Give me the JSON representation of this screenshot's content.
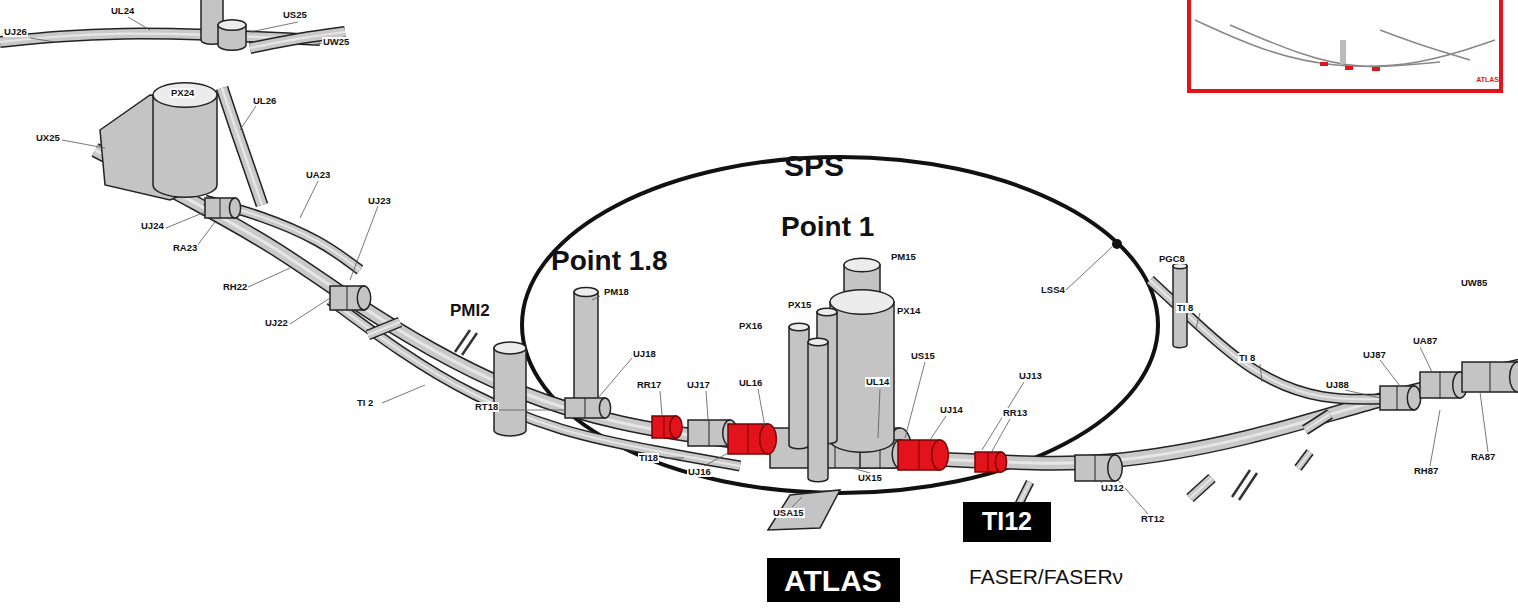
{
  "diagram": {
    "nodes": [
      {
        "text": [
          "ATLAS"
        ]
      },
      {
        "text": [
          "TI12"
        ]
      },
      {
        "text": [
          "ATLAS"
        ]
      }
    ],
    "labels": [
      "SPS",
      "Point 1",
      "Point 1.8",
      "PMI2",
      "FASER/FASERν",
      "UJ26",
      "UL24",
      "US25",
      "UW25",
      "PX24",
      "UX25",
      "UL26",
      "UA23",
      "UJ24",
      "RA23",
      "UJ23",
      "RH22",
      "UJ22",
      "TI 2",
      "RT18",
      "PM18",
      "UJ18",
      "RR17",
      "UJ17",
      "UL16",
      "PX16",
      "PX15",
      "PM15",
      "PX14",
      "US15",
      "UL14",
      "UJ13",
      "UJ14",
      "RR13",
      "TI18",
      "UJ16",
      "UX15",
      "USA15",
      "UJ12",
      "RT12",
      "LSS4",
      "PGC8",
      "TI 8",
      "TI 8",
      "UJ88",
      "UJ87",
      "UA87",
      "UW85",
      "RH87",
      "RA87"
    ]
  }
}
